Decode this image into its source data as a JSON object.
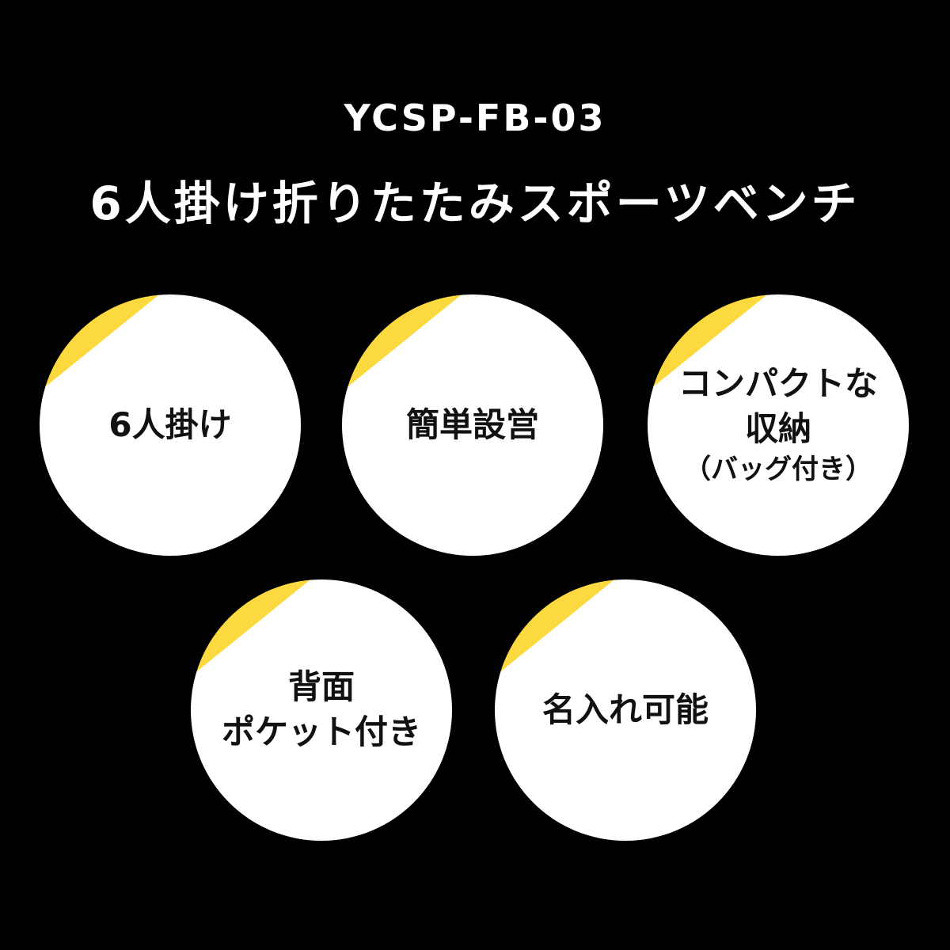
{
  "header": {
    "model": "YCSP-FB-03",
    "title": "6人掛け折りたたみスポーツベンチ"
  },
  "features": [
    {
      "lines": [
        "6人掛け"
      ]
    },
    {
      "lines": [
        "簡単設営"
      ]
    },
    {
      "lines": [
        "コンパクトな",
        "収納"
      ],
      "note": "（バッグ付き）"
    },
    {
      "lines": [
        "背面",
        "ポケット付き"
      ]
    },
    {
      "lines": [
        "名入れ可能"
      ]
    }
  ],
  "colors": {
    "background": "#000000",
    "circle": "#ffffff",
    "accent": "#fcd93f"
  }
}
